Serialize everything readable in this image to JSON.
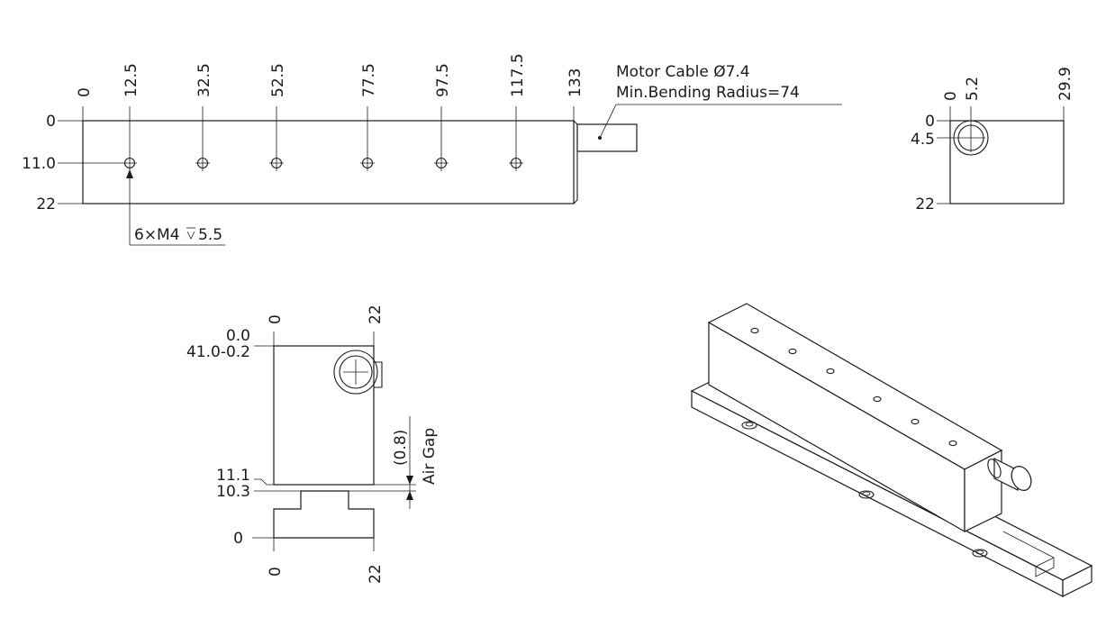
{
  "top_view": {
    "x_ticks": [
      "0",
      "12.5",
      "32.5",
      "52.5",
      "77.5",
      "97.5",
      "117.5",
      "133"
    ],
    "y_ticks": [
      "0",
      "11.0",
      "22"
    ],
    "hole_callout": "6×M4",
    "hole_depth": "5.5",
    "cable_line1": "Motor Cable Ø7.4",
    "cable_line2": "Min.Bending Radius=74"
  },
  "end_view": {
    "x_ticks": [
      "0",
      "5.2",
      "29.9"
    ],
    "y_ticks": [
      "0",
      "4.5",
      "22"
    ]
  },
  "side_view": {
    "top_ticks": [
      "0",
      "22"
    ],
    "bottom_ticks": [
      "0",
      "22"
    ],
    "y_top_a": "0.0",
    "y_top_b": "41.0-0.2",
    "y_mid_a": "11.1",
    "y_mid_b": "10.3",
    "y_bottom": "0",
    "air_gap_value": "(0.8)",
    "air_gap_label": "Air Gap"
  }
}
